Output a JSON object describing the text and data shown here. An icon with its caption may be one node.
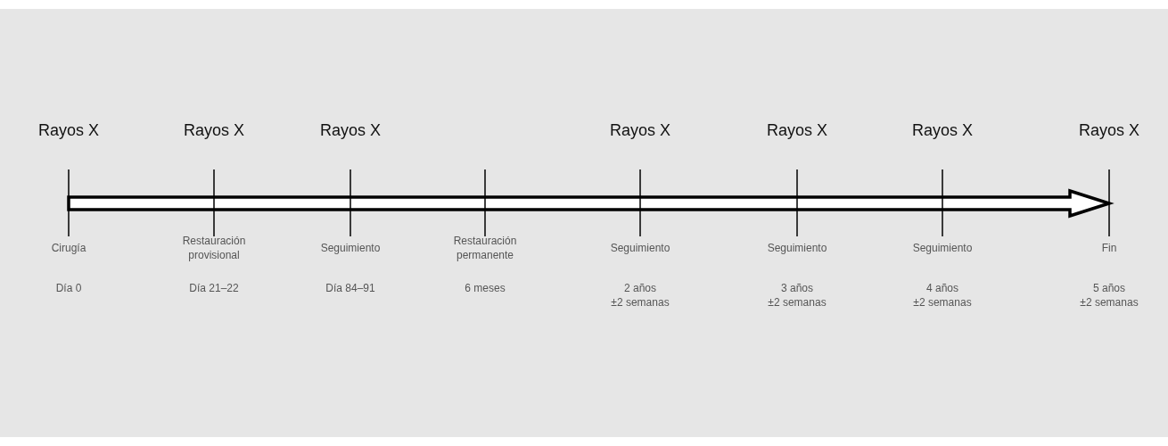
{
  "diagram": {
    "labels": [
      "Rayos X",
      "Rayos X",
      "Rayos X",
      "Rayos X",
      "Rayos X",
      "Rayos X",
      "Rayos X",
      "Cirugía",
      "Restauración provisional",
      "Seguimiento",
      "Restauración permanente",
      "Seguimiento",
      "Seguimiento",
      "Seguimiento",
      "Fin",
      "Día 0",
      "Día 21–22",
      "Día 84–91",
      "6 meses",
      "2 años ±2 semanas",
      "3 años ±2 semanas",
      "4 años ±2 semanas",
      "5 años ±2 semanas"
    ]
  }
}
